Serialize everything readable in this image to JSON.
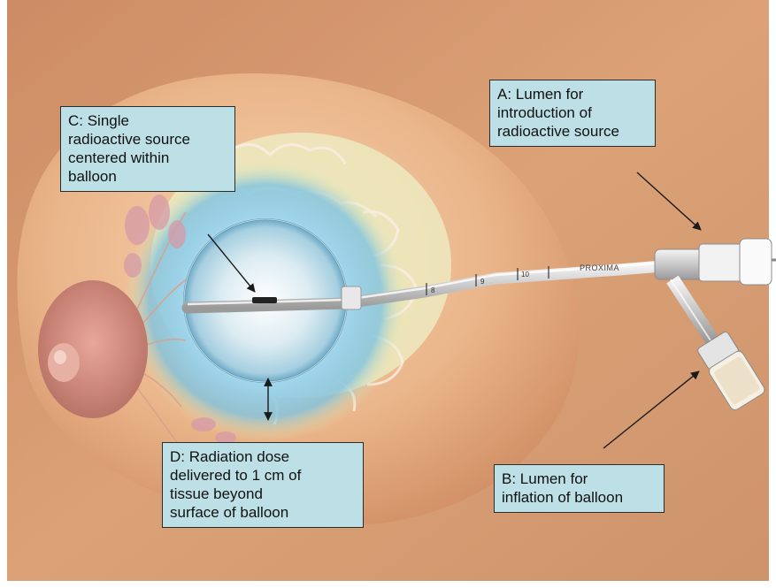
{
  "labels": {
    "a": [
      "A: Lumen for",
      "introduction of",
      "radioactive source"
    ],
    "b": [
      "B: Lumen for",
      "inflation of balloon"
    ],
    "c": [
      "C: Single",
      "radioactive source",
      "centered within",
      "balloon"
    ],
    "d": [
      "D: Radiation dose",
      "delivered to 1 cm of",
      "tissue beyond",
      "surface of balloon"
    ]
  },
  "catheter_text": "PROXIMA",
  "catheter_marks": [
    "8",
    "9",
    "10"
  ],
  "colors": {
    "skin": "#dfa477",
    "skin_highlight": "#f3cda8",
    "label_fill": "#bde0e6",
    "label_border": "#2c2c2c",
    "arrow": "#1a1a1a",
    "dose_blue": "#7fc3e0"
  }
}
